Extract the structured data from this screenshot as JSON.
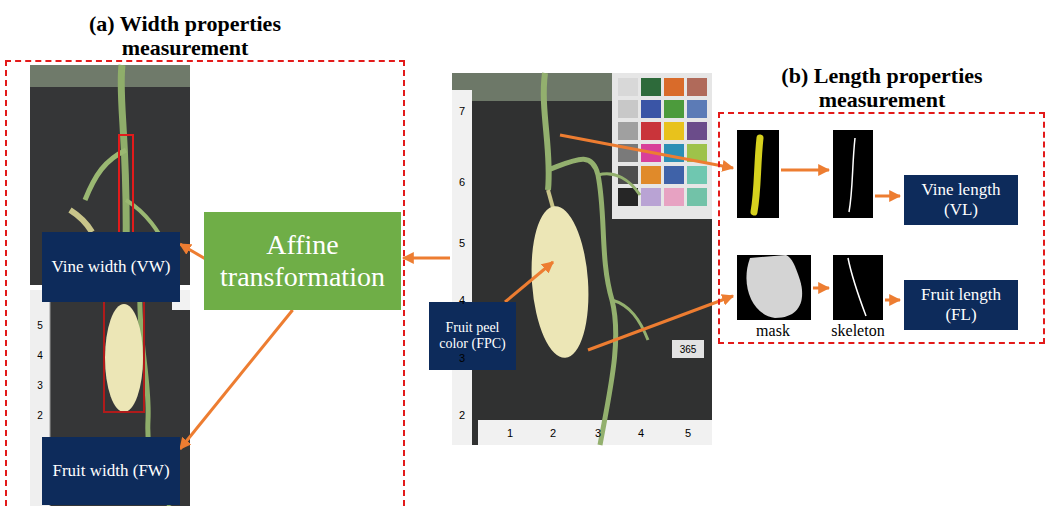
{
  "diagram": {
    "nodes": [
      {
        "text": [
          "(a) Width properties measurement"
        ]
      },
      {
        "text": [
          "Vine width (VW)"
        ],
        "in": 0
      },
      {
        "text": [
          "Affine transformation"
        ],
        "in": 0
      },
      {
        "text": [
          "Fruit width (FW)"
        ],
        "in": 0
      },
      {
        "text": [
          "Fruit peel color (FPC)"
        ]
      },
      {
        "text": [
          "(b) Length properties measurement"
        ]
      },
      {
        "text": [
          "Vine length (VL)"
        ],
        "in": 5
      },
      {
        "text": [
          "Fruit length (FL)"
        ],
        "in": 5
      }
    ],
    "edges": [
      {
        "from": 2,
        "to": 1,
        "arrow": "to"
      },
      {
        "from": 2,
        "to": 3,
        "arrow": "to"
      }
    ],
    "labels": [
      "7",
      "6",
      "5",
      "4",
      "3",
      "2",
      "1",
      "2",
      "3",
      "4",
      "5",
      "365",
      "5",
      "4",
      "3",
      "2",
      "mask",
      "skeleton"
    ]
  }
}
